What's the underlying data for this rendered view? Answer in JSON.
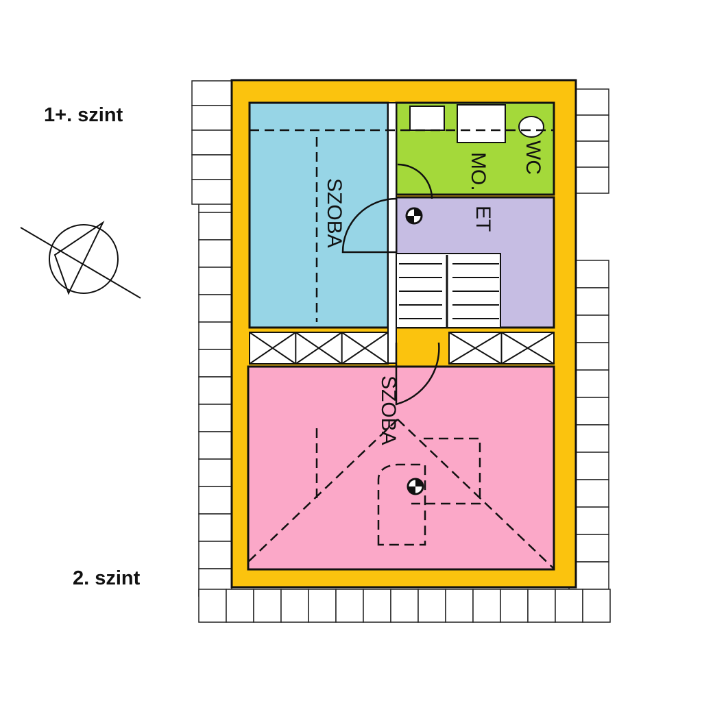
{
  "levels": {
    "upper": "1+. szint",
    "lower": "2. szint"
  },
  "rooms": [
    {
      "name": "SZOBA",
      "color": "#97d5e6"
    },
    {
      "name": "MO.",
      "color": "#a4d93a"
    },
    {
      "name": "WC",
      "color": "#a4d93a"
    },
    {
      "name": "ET",
      "color": "#c6bde3"
    },
    {
      "name": "SZOBA",
      "color": "#fba8c8"
    }
  ],
  "colors": {
    "wall": "#fbc30e",
    "line": "#111111"
  }
}
